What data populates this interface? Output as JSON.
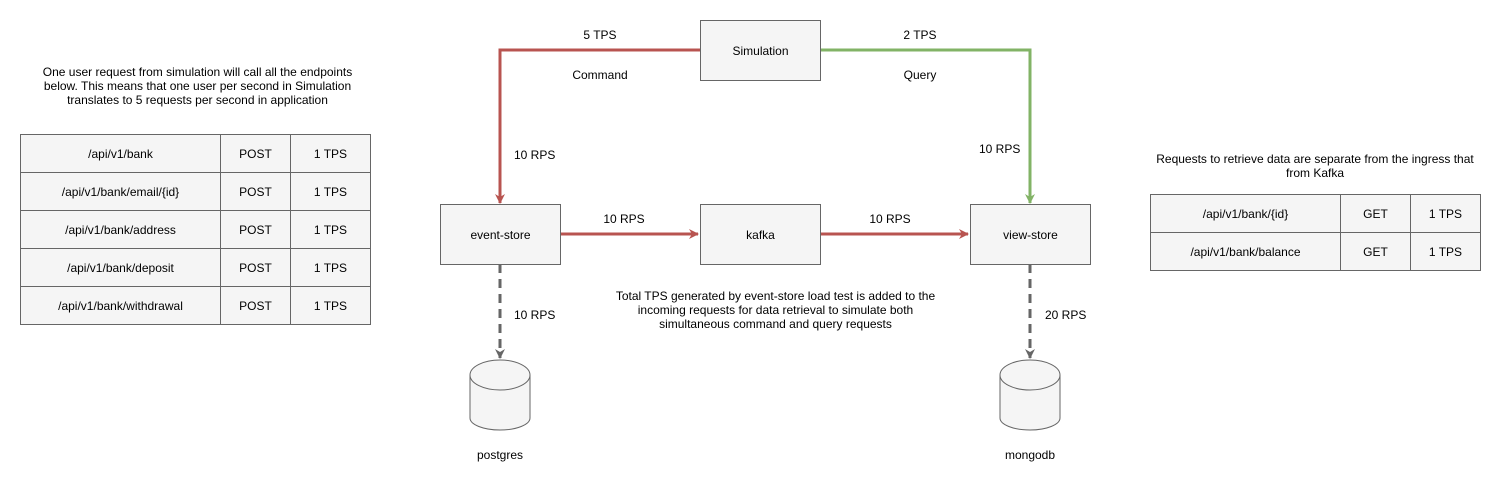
{
  "colors": {
    "command": "#b85450",
    "query": "#82b366",
    "db": "#666666"
  },
  "nodes": {
    "simulation": "Simulation",
    "event_store": "event-store",
    "kafka": "kafka",
    "view_store": "view-store",
    "postgres": "postgres",
    "mongodb": "mongodb"
  },
  "edges": {
    "sim_to_event_tps": "5 TPS",
    "sim_to_event_type": "Command",
    "sim_to_event_rps": "10 RPS",
    "sim_to_view_tps": "2 TPS",
    "sim_to_view_type": "Query",
    "sim_to_view_rps": "10 RPS",
    "event_to_kafka": "10 RPS",
    "kafka_to_view": "10 RPS",
    "event_to_postgres": "10 RPS",
    "view_to_mongodb": "20 RPS"
  },
  "notes": {
    "left": "One user request from simulation will call all the endpoints below.  This means that one user per second in Simulation translates to 5 requests per second in application",
    "center": "Total TPS generated by event-store load test is added to the incoming requests for data retrieval to simulate both simultaneous command and query requests",
    "right": "Requests to retrieve data are separate from the ingress that from Kafka"
  },
  "command_endpoints": [
    {
      "path": "/api/v1/bank",
      "method": "POST",
      "rate": "1 TPS"
    },
    {
      "path": "/api/v1/bank/email/{id}",
      "method": "POST",
      "rate": "1 TPS"
    },
    {
      "path": "/api/v1/bank/address",
      "method": "POST",
      "rate": "1 TPS"
    },
    {
      "path": "/api/v1/bank/deposit",
      "method": "POST",
      "rate": "1 TPS"
    },
    {
      "path": "/api/v1/bank/withdrawal",
      "method": "POST",
      "rate": "1 TPS"
    }
  ],
  "query_endpoints": [
    {
      "path": "/api/v1/bank/{id}",
      "method": "GET",
      "rate": "1 TPS"
    },
    {
      "path": "/api/v1/bank/balance",
      "method": "GET",
      "rate": "1 TPS"
    }
  ]
}
